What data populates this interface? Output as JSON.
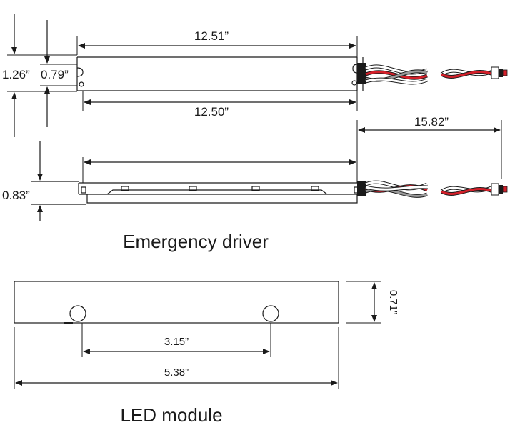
{
  "driver": {
    "caption": "Emergency driver",
    "dim_length_top": "12.51”",
    "dim_length_bottom": "12.50”",
    "dim_height_outer": "1.26”",
    "dim_height_inner": "0.79”",
    "dim_wire_length": "15.82”",
    "dim_side_height": "0.83”"
  },
  "module": {
    "caption": "LED module",
    "dim_hole_spacing": "3.15”",
    "dim_length": "5.38”",
    "dim_height": "0.71”"
  },
  "colors": {
    "line": "#1a1a1a",
    "wire_red": "#d4202a",
    "wire_gray": "#9a9a9a",
    "wire_white": "#ffffff"
  }
}
